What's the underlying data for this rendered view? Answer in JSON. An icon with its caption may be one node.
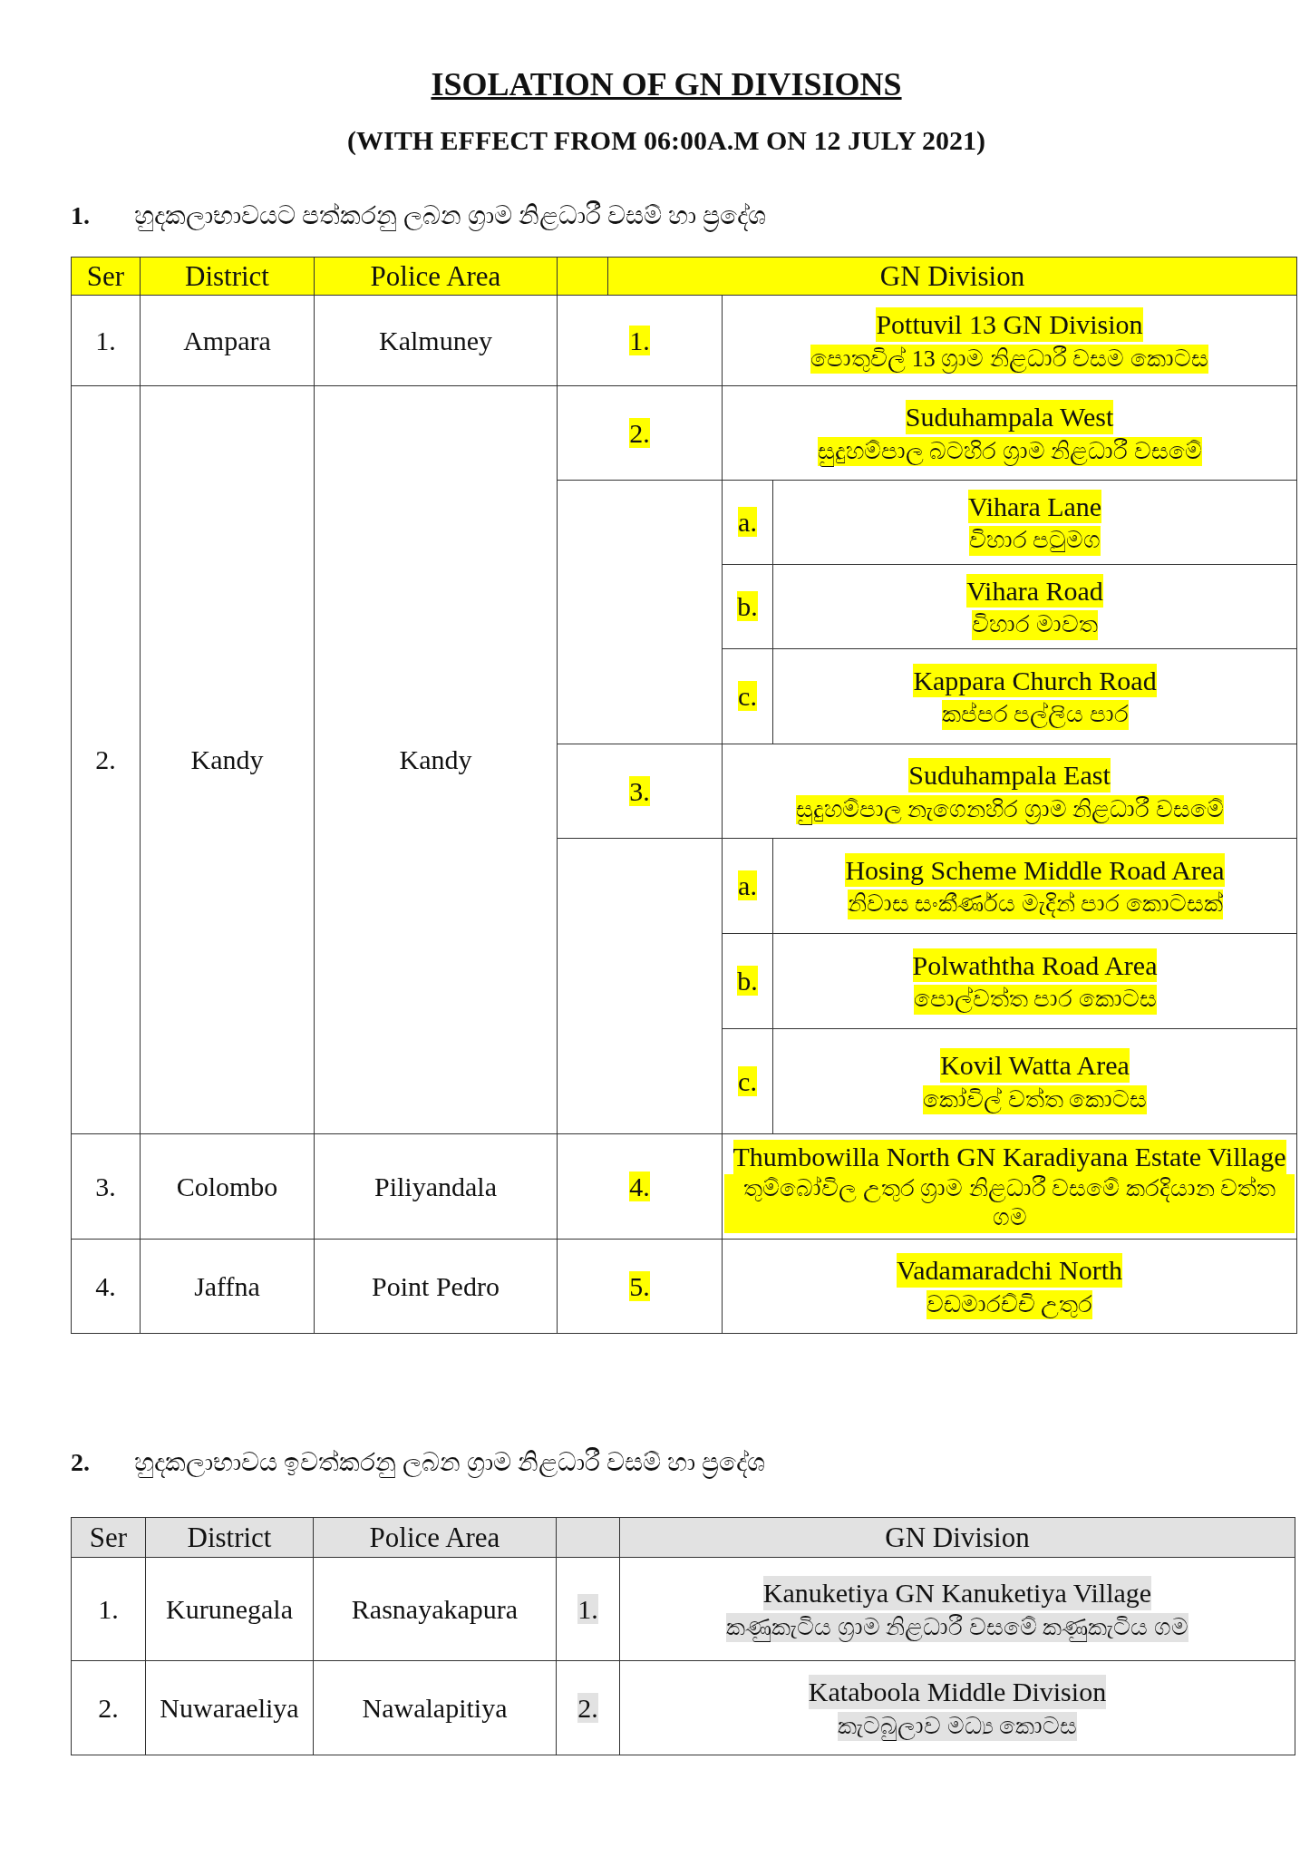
{
  "diagram": {
    "title": "ISOLATION OF GN DIVISIONS",
    "labels": [
      "(WITH EFFECT FROM 06:00A.M ON 12 JULY 2021)",
      "1.",
      "හුදකලාභාවයට පත්කරනු ලබන ග්‍රාම නිළධාරී වසම් හා ප්‍රදේශ",
      "Ser",
      "District",
      "Police Area",
      "GN Division",
      "1.",
      "Ampara",
      "Kalmuney",
      "1.",
      "Pottuvil 13 GN Division",
      "පොතුවිල් 13 ග්‍රාම නිළධාරී වසම කොටස",
      "2.",
      "Kandy",
      "Kandy",
      "2.",
      "Suduhampala West",
      "සුදුහම්පාල බටහිර ග්‍රාම නිළධාරී වසමේ",
      "a.",
      "Vihara Lane",
      "විහාර පටුමග",
      "b.",
      "Vihara Road",
      "විහාර මාවත",
      "c.",
      "Kappara Church Road",
      "කප්පර පල්ලිය පාර",
      "3.",
      "Suduhampala East",
      "සුදුහම්පාල නැගෙනහිර ග්‍රාම නිළධාරී වසමේ",
      "a.",
      "Hosing Scheme Middle Road Area",
      "නිවාස සංකීර්ණය මැදින් පාර කොටසක්",
      "b.",
      "Polwaththa Road Area",
      "පොල්වත්ත පාර කොටස",
      "c.",
      "Kovil Watta Area",
      "කෝවිල් වත්ත කොටස",
      "3.",
      "Colombo",
      "Piliyandala",
      "4.",
      "Thumbowilla North GN Karadiyana Estate Village",
      "තුම්බෝවිල උතුර ග්‍රාම නිළධාරී වසමේ කරදියාන වත්ත ගම",
      "4.",
      "Jaffna",
      "Point Pedro",
      "5.",
      "Vadamaradchi North",
      "වඩමාරච්චි උතුර",
      "2.",
      "හුදකලාභාවය ඉවත්කරනු ලබන ග්‍රාම නිළධාරී වසම් හා ප්‍රදේශ",
      "Ser",
      "District",
      "Police Area",
      "GN Division",
      "1.",
      "Kurunegala",
      "Rasnayakapura",
      "1.",
      "Kanuketiya GN Kanuketiya Village",
      "කණුකැටිය ග්‍රාම නිළධාරී වසමේ කණුකැටිය ගම",
      "2.",
      "Nuwaraeliya",
      "Nawalapitiya",
      "2.",
      "Kataboola Middle Division",
      "කැටබුලාව මධ්‍ය කොටස"
    ]
  }
}
